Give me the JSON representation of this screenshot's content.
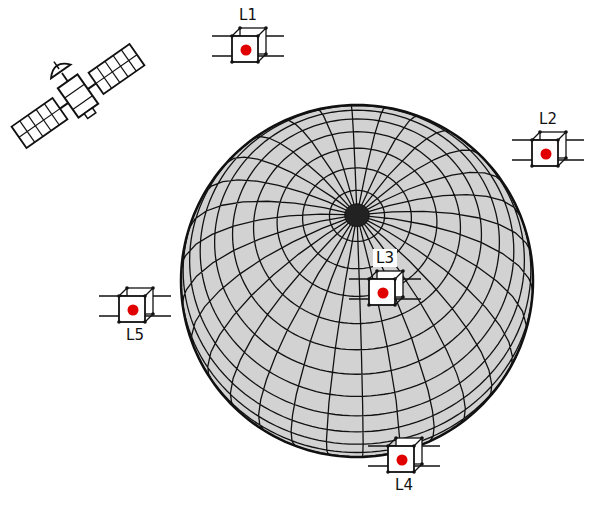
{
  "diagram": {
    "nodes": [
      {
        "text": [
          "L1"
        ]
      },
      {
        "text": [
          "L2"
        ]
      },
      {
        "text": [
          "L3"
        ]
      },
      {
        "text": [
          "L5"
        ]
      },
      {
        "text": [
          "L4"
        ]
      }
    ]
  }
}
